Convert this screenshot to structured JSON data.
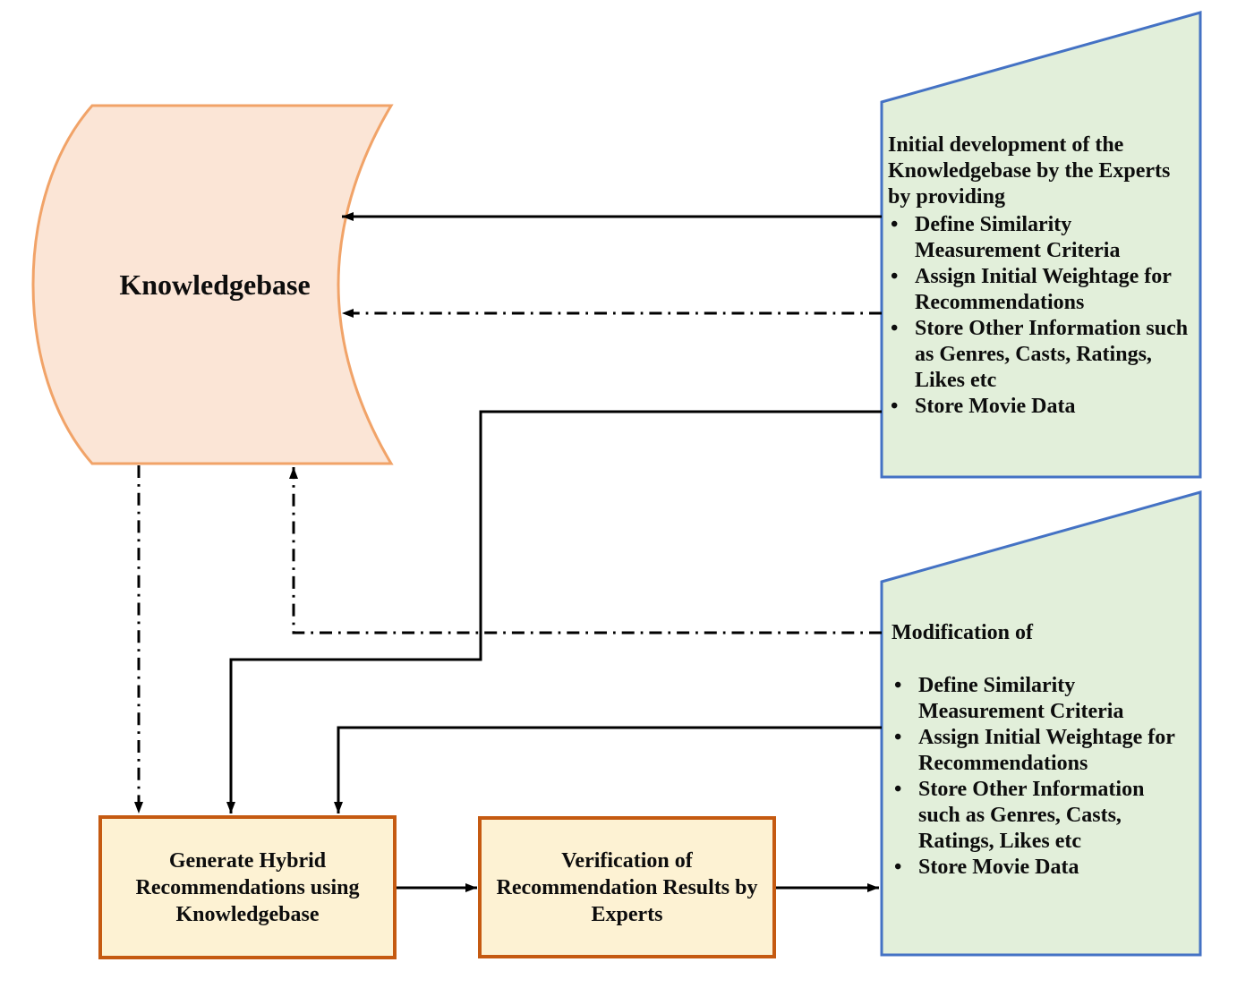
{
  "bullet_char": "•",
  "knowledgebase": {
    "label": "Knowledgebase"
  },
  "initial_note": {
    "intro": "Initial development of the\nKnowledgebase by the Experts\nby providing",
    "bullets": [
      "Define Similarity\nMeasurement Criteria",
      "Assign Initial Weightage for\nRecommendations",
      "Store Other Information such\nas Genres, Casts, Ratings,\nLikes etc",
      "Store Movie Data"
    ]
  },
  "modification_note": {
    "intro": "Modification of",
    "bullets": [
      "Define Similarity\nMeasurement Criteria",
      "Assign Initial Weightage for\nRecommendations",
      "Store Other Information\nsuch as Genres, Casts,\nRatings, Likes etc",
      "Store Movie Data"
    ]
  },
  "generate_box": {
    "label": "Generate Hybrid\nRecommendations using\nKnowledgebase"
  },
  "verification_box": {
    "label": "Verification of\nRecommendation Results by\nExperts"
  },
  "colors": {
    "green_fill": "#E2EFDA",
    "green_border": "#4472C4",
    "kb_fill": "#FBE5D6",
    "kb_border": "#F1A368",
    "box_fill": "#FDF2D3",
    "box_border": "#C55A11",
    "line_color": "#000000",
    "text_color": "#0D0D0D"
  }
}
